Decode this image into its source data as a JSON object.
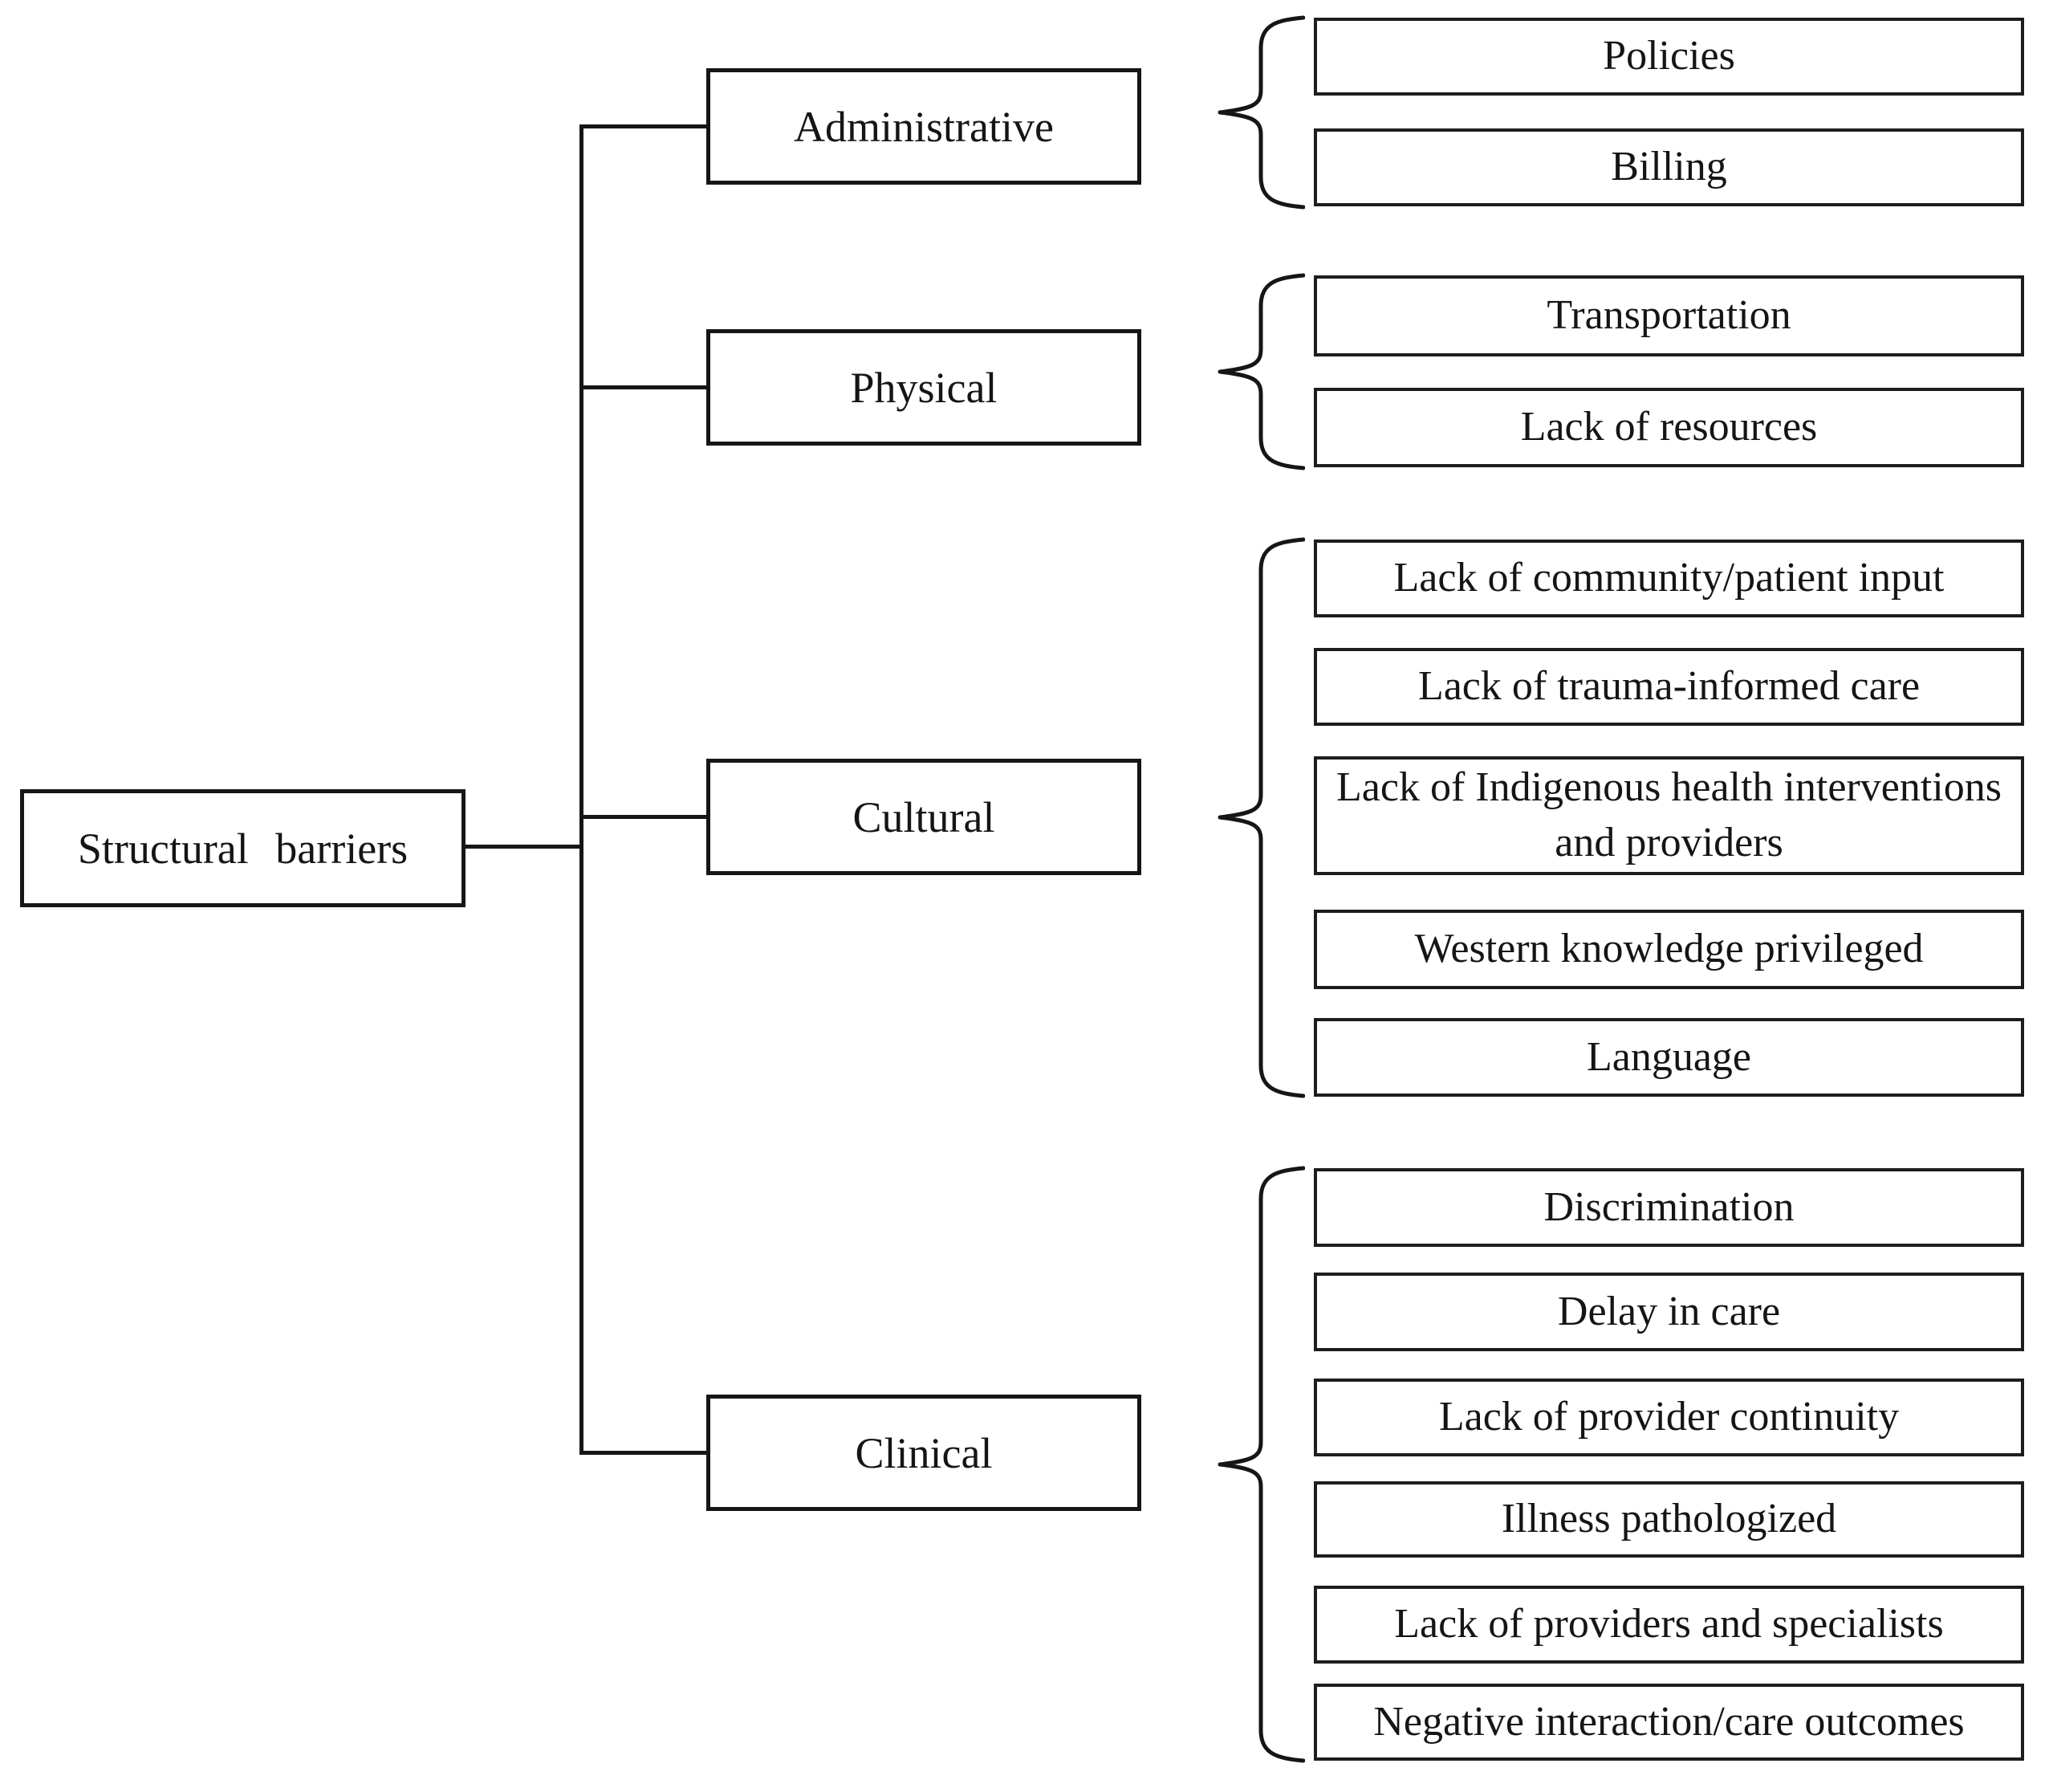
{
  "diagram": {
    "title": "Structural barriers diagram",
    "root": {
      "label": "Structural barriers"
    },
    "groups": [
      {
        "category": "Administrative",
        "items": [
          "Policies",
          "Billing"
        ]
      },
      {
        "category": "Physical",
        "items": [
          "Transportation",
          "Lack of resources"
        ]
      },
      {
        "category": "Cultural",
        "items": [
          "Lack of community/patient input",
          "Lack of trauma-informed care",
          "Lack of Indigenous health interventions\nand providers",
          "Western knowledge privileged",
          "Language"
        ]
      },
      {
        "category": "Clinical",
        "items": [
          "Discrimination",
          "Delay in care",
          "Lack of provider continuity",
          "Illness pathologized",
          "Lack of providers and specialists",
          "Negative interaction/care outcomes"
        ]
      }
    ],
    "colors": {
      "line": "#161616",
      "text": "#151515",
      "background": "#ffffff",
      "box_fill": "#ffffff"
    }
  }
}
